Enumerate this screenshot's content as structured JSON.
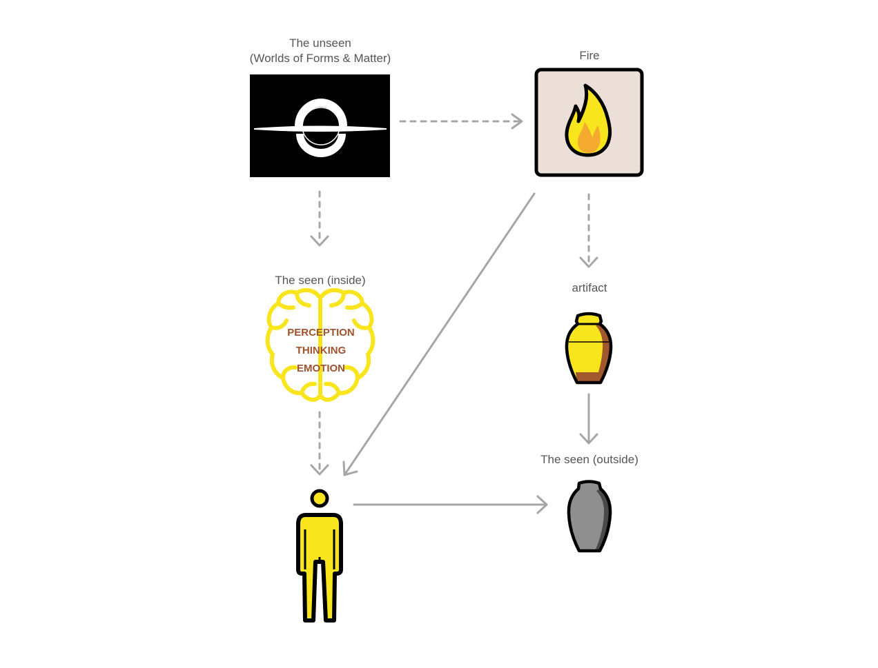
{
  "nodes": {
    "unseen": {
      "title_line1": "The unseen",
      "title_line2": "(Worlds of Forms & Matter)",
      "icon": "black-hole-icon"
    },
    "fire": {
      "title": "Fire",
      "icon": "fire-icon"
    },
    "seen_inside": {
      "title": "The seen (inside)",
      "icon": "brain-icon",
      "words": [
        "PERCEPTION",
        "THINKING",
        "EMOTION"
      ]
    },
    "artifact": {
      "title": "artifact",
      "icon": "golden-urn-icon"
    },
    "seen_outside": {
      "title": "The seen (outside)",
      "icon": "grey-urn-icon"
    },
    "person": {
      "icon": "person-icon"
    }
  },
  "edges": [
    {
      "from": "unseen",
      "to": "fire",
      "style": "dashed"
    },
    {
      "from": "unseen",
      "to": "seen_inside",
      "style": "dashed"
    },
    {
      "from": "fire",
      "to": "artifact",
      "style": "dashed"
    },
    {
      "from": "fire",
      "to": "person",
      "style": "solid"
    },
    {
      "from": "seen_inside",
      "to": "person",
      "style": "dashed"
    },
    {
      "from": "artifact",
      "to": "seen_outside",
      "style": "solid"
    },
    {
      "from": "person",
      "to": "seen_outside",
      "style": "solid"
    }
  ],
  "colors": {
    "arrow": "#a6a6a6",
    "yellow": "#f8e51d",
    "brain_text": "#a0522d",
    "fire_bg": "#ecdfd7",
    "urn_grey": "#8f8f8f"
  }
}
